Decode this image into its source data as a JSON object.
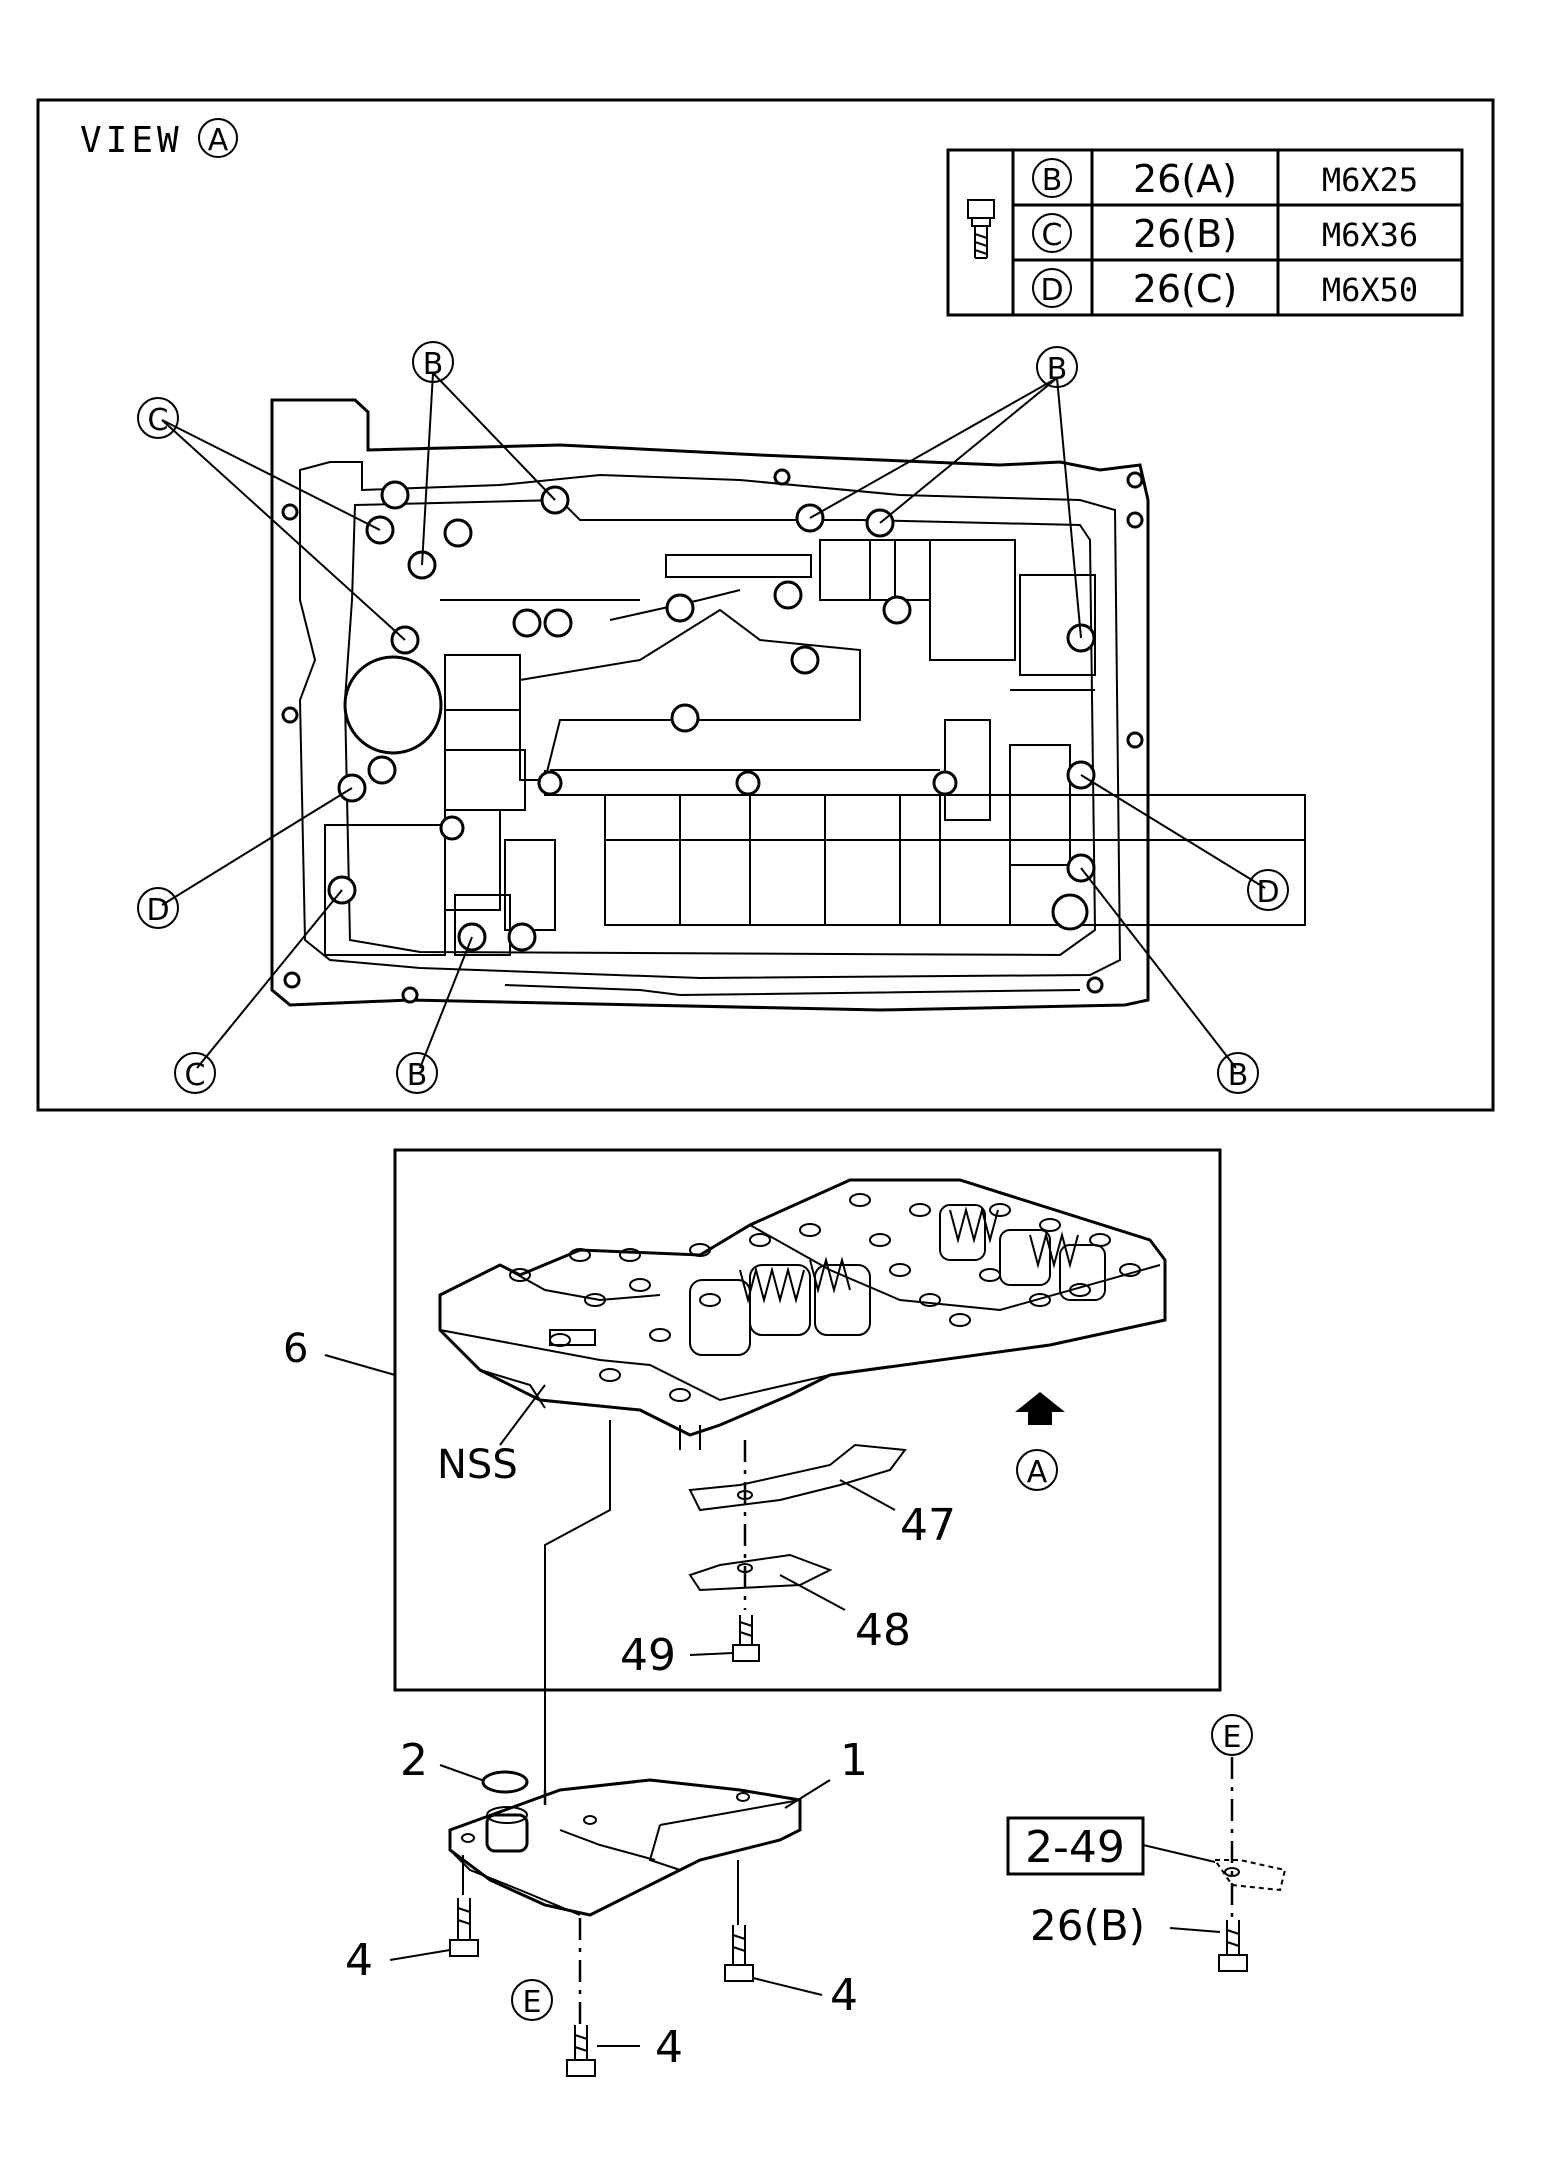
{
  "view_title": "VIEW",
  "view_marker": "A",
  "legend": {
    "rows": [
      {
        "marker": "B",
        "part": "26(A)",
        "size": "M6X25"
      },
      {
        "marker": "C",
        "part": "26(B)",
        "size": "M6X36"
      },
      {
        "marker": "D",
        "part": "26(C)",
        "size": "M6X50"
      }
    ]
  },
  "callouts_top": {
    "b1": "B",
    "b2": "B",
    "b3": "B",
    "b4": "B",
    "c1": "C",
    "c2": "C",
    "d1": "D",
    "d2": "D"
  },
  "parts": {
    "p6": "6",
    "nss": "NSS",
    "p47": "47",
    "p48": "48",
    "p49": "49",
    "arrow_ref": "A",
    "p2": "2",
    "p1": "1",
    "p4a": "4",
    "p4b": "4",
    "p4c": "4",
    "e_bottom": "E",
    "e_right": "E",
    "ref_box": "2-49",
    "p26b": "26(B)"
  }
}
